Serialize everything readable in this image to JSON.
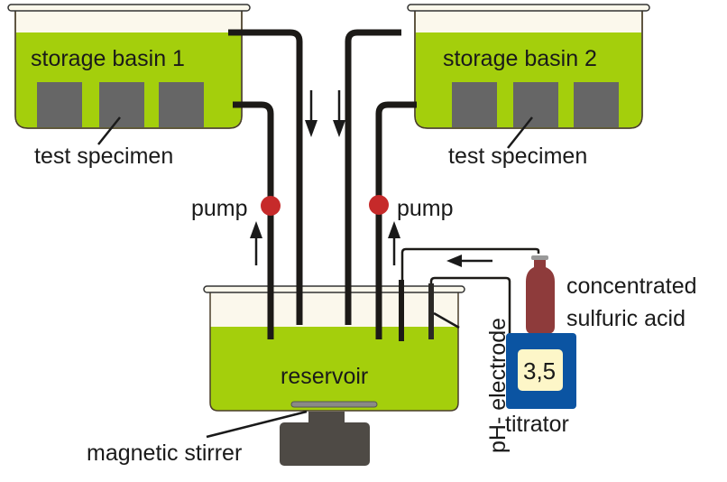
{
  "labels": {
    "basin1": "storage basin 1",
    "basin2": "storage basin 2",
    "specimen1": "test specimen",
    "specimen2": "test specimen",
    "pump_left": "pump",
    "pump_right": "pump",
    "reservoir": "reservoir",
    "stirrer": "magnetic stirrer",
    "acid_line1": "concentrated",
    "acid_line2": "sulfuric acid",
    "electrode": "pH- electrode",
    "titrator": "titrator",
    "titrator_display": "3,5"
  },
  "colors": {
    "liquid": "#a4cf0c",
    "headspace": "#fbf8ec",
    "specimen": "#666666",
    "pipe": "#1c1a17",
    "pump": "#c62a2a",
    "bottle": "#8e3b3b",
    "titrator_body": "#0b54a2",
    "titrator_display": "#fdf6c8",
    "stirrer": "#4e4a45"
  }
}
